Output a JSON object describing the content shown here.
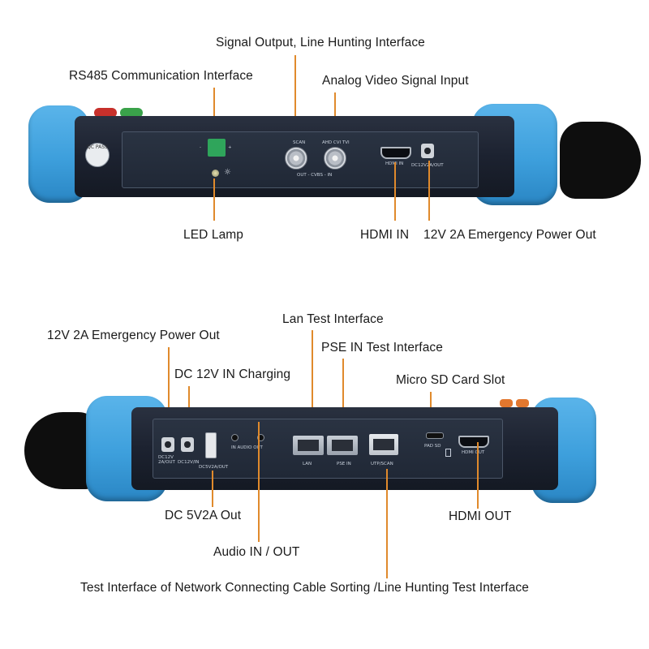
{
  "top_view": {
    "callouts": {
      "signal_output": "Signal Output, Line Hunting Interface",
      "rs485": "RS485 Communication Interface",
      "analog_video": "Analog Video Signal Input",
      "led_lamp": "LED Lamp",
      "hdmi_in": "HDMI IN",
      "power_out": "12V 2A Emergency Power Out"
    },
    "port_labels": {
      "scan": "SCAN",
      "ahd": "AHD CVI TVI",
      "out_cvbs_in": "OUT - CVBS - IN",
      "hdmi_in": "HDMI IN",
      "dc_out": "DC12V2A/OUT",
      "qc": "QC PASS",
      "minus": "-",
      "plus": "+"
    }
  },
  "bottom_view": {
    "callouts": {
      "power_out": "12V 2A Emergency Power Out",
      "lan_test": "Lan Test Interface",
      "dc_charging": "DC 12V IN Charging",
      "pse_in": "PSE IN Test Interface",
      "micro_sd": "Micro SD Card Slot",
      "dc_5v": "DC 5V2A Out",
      "hdmi_out": "HDMI OUT",
      "audio": "Audio IN / OUT",
      "cable_sorting": "Test Interface of Network Connecting Cable Sorting /Line Hunting Test Interface"
    },
    "port_labels": {
      "dc12v_out": "DC12V 2A/OUT",
      "dc12v_in": "DC12V/IN",
      "dc5v_out": "DC5V2A/OUT",
      "audio_in_out": "IN AUDIO OUT",
      "lan": "LAN",
      "pse_in": "PSE IN",
      "utp_scan": "UTP/SCAN",
      "micro_sd": "PAD SD",
      "hdmi_out": "HDMI OUT"
    }
  },
  "colors": {
    "leader": "#e08a2c",
    "bumper": "#3d9fdc",
    "body": "#1c2230"
  }
}
